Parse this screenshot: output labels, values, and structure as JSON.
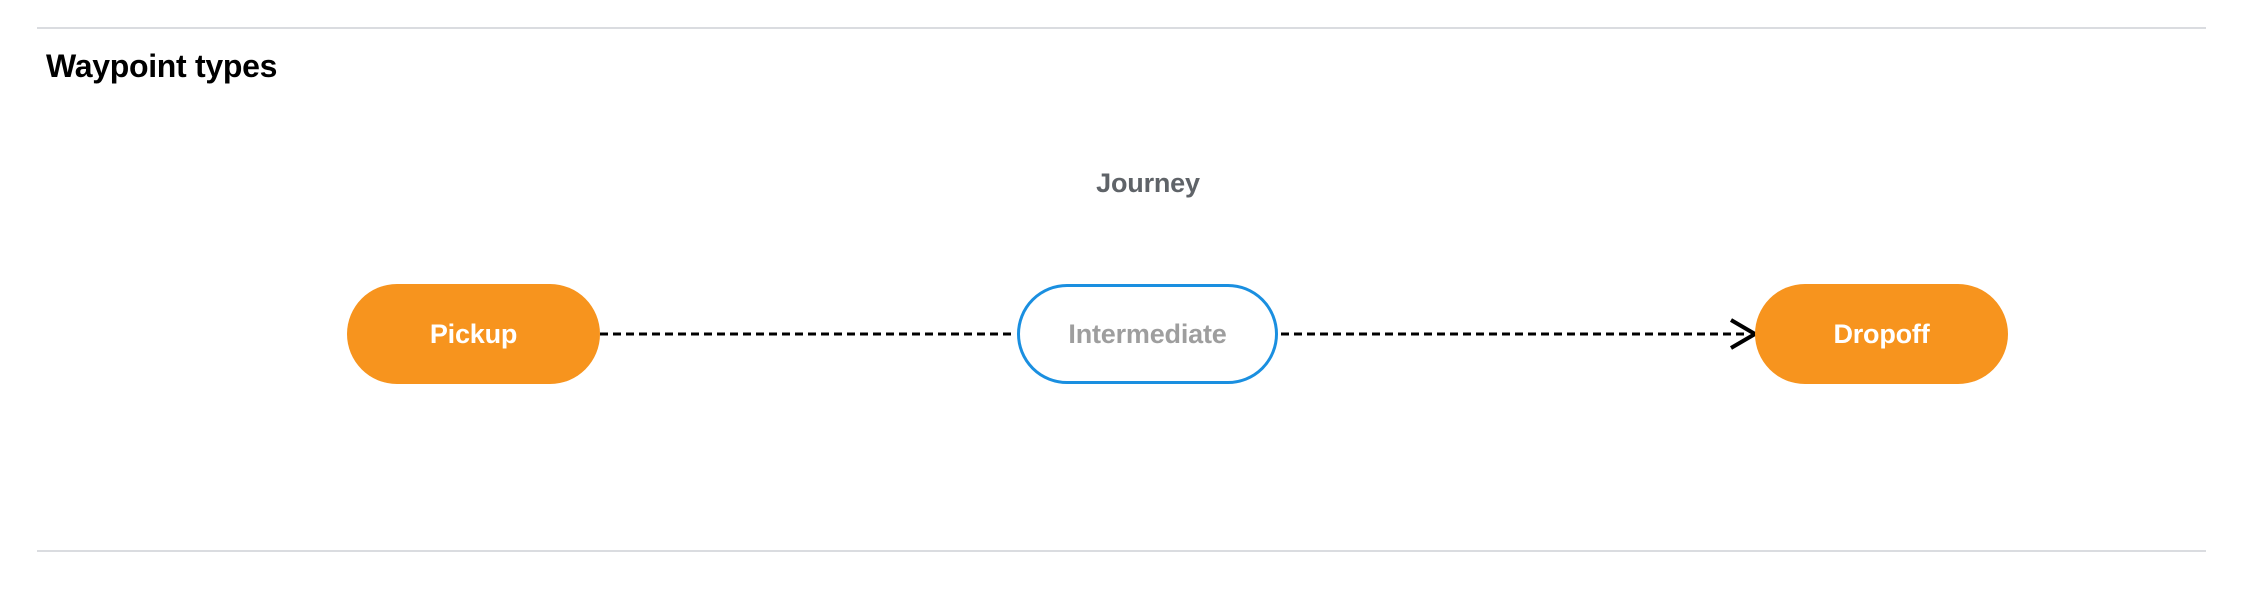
{
  "section": {
    "title": "Waypoint types"
  },
  "diagram": {
    "type": "flow",
    "group_label": "Journey",
    "nodes": [
      {
        "id": "pickup",
        "label": "Pickup",
        "style": "filled",
        "fill": "#f7941e",
        "text_color": "#ffffff",
        "border_color": "none"
      },
      {
        "id": "intermediate",
        "label": "Intermediate",
        "style": "outline",
        "fill": "#ffffff",
        "text_color": "#9e9e9e",
        "border_color": "#1a8fe0"
      },
      {
        "id": "dropoff",
        "label": "Dropoff",
        "style": "filled",
        "fill": "#f7941e",
        "text_color": "#ffffff",
        "border_color": "none"
      }
    ],
    "edges": [
      {
        "from": "pickup",
        "to": "intermediate",
        "line": "dashed",
        "arrowhead": false,
        "color": "#000000"
      },
      {
        "from": "intermediate",
        "to": "dropoff",
        "line": "dashed",
        "arrowhead": true,
        "color": "#000000"
      }
    ]
  },
  "colors": {
    "divider": "#dadce0",
    "accent_orange": "#f7941e",
    "accent_blue": "#1a8fe0",
    "muted_text": "#5f6368",
    "placeholder_text": "#9e9e9e"
  }
}
